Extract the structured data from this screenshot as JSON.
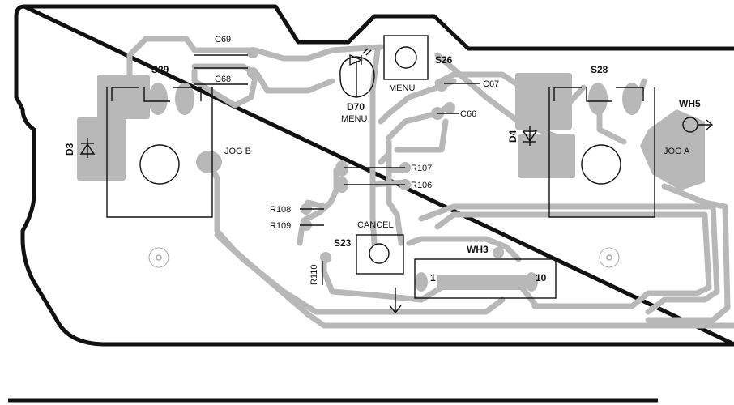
{
  "labels": {
    "s29": "S29",
    "c69": "C69",
    "c68": "C68",
    "d3": "D3",
    "jog_b": "JOG B",
    "d70": "D70",
    "d70_menu": "MENU",
    "s26": "S26",
    "s26_menu": "MENU",
    "c67": "C67",
    "c66": "C66",
    "s28": "S28",
    "wh5": "WH5",
    "d4": "D4",
    "jog_a": "JOG A",
    "r107": "R107",
    "r106": "R106",
    "r108": "R108",
    "r109": "R109",
    "cancel": "CANCEL",
    "s23": "S23",
    "wh3": "WH3",
    "wh3_pin1": "1",
    "wh3_pin10": "10",
    "r110": "R110"
  }
}
